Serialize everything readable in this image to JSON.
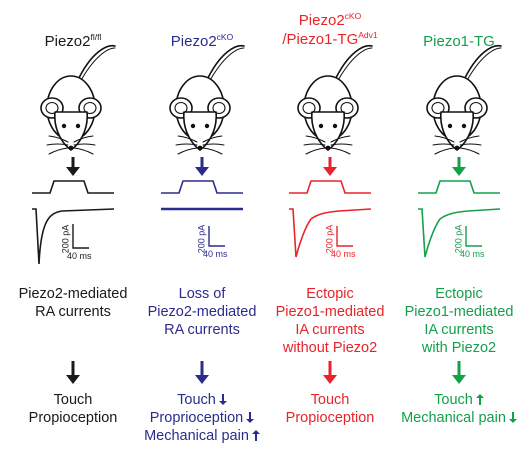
{
  "columns": [
    {
      "id": "flfl",
      "color": "#1a1a1a",
      "header": [
        {
          "base": "Piezo2",
          "sup": "fl/fl"
        }
      ],
      "current_scale": "200 pA",
      "time_scale": "40 ms",
      "trace_kind": "RA",
      "description": [
        "Piezo2-mediated",
        "RA currents"
      ],
      "outcome": [
        {
          "text": "Touch",
          "arrow": ""
        },
        {
          "text": "Propioception",
          "arrow": ""
        }
      ]
    },
    {
      "id": "cko",
      "color": "#2b2d8e",
      "header": [
        {
          "base": "Piezo2",
          "sup": "cKO"
        }
      ],
      "current_scale": "200 pA",
      "time_scale": "40 ms",
      "trace_kind": "none",
      "description": [
        "Loss of",
        "Piezo2-mediated",
        "RA currents"
      ],
      "outcome": [
        {
          "text": "Touch",
          "arrow": "down"
        },
        {
          "text": "Proprioception",
          "arrow": "down"
        },
        {
          "text": "Mechanical pain",
          "arrow": "up"
        }
      ]
    },
    {
      "id": "cko-tg",
      "color": "#e8242a",
      "header": [
        {
          "base": "Piezo2",
          "sup": "cKO"
        },
        {
          "base": "Piezo1-TG",
          "sup": "Adv1",
          "prefix": "/"
        }
      ],
      "current_scale": "200 pA",
      "time_scale": "40 ms",
      "trace_kind": "IA",
      "description": [
        "Ectopic",
        "Piezo1-mediated",
        "IA currents",
        "without Piezo2"
      ],
      "outcome": [
        {
          "text": "Touch",
          "arrow": ""
        },
        {
          "text": "Propioception",
          "arrow": ""
        }
      ]
    },
    {
      "id": "tg",
      "color": "#14a04a",
      "header": [
        {
          "base": "Piezo1-TG",
          "sup": ""
        }
      ],
      "current_scale": "200 pA",
      "time_scale": "40 ms",
      "trace_kind": "IA",
      "description": [
        "Ectopic",
        "Piezo1-mediated",
        "IA currents",
        "with Piezo2"
      ],
      "outcome": [
        {
          "text": "Touch",
          "arrow": "up"
        },
        {
          "text": "Mechanical pain",
          "arrow": "down"
        }
      ]
    }
  ]
}
